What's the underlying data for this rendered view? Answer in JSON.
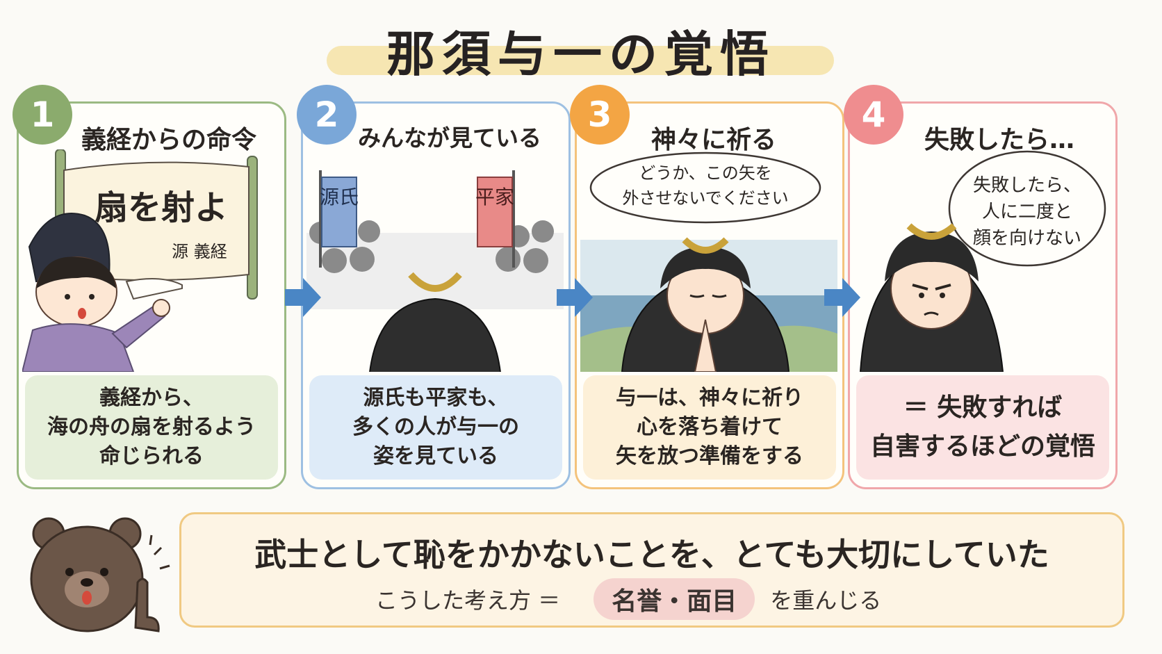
{
  "title": "那須与一の覚悟",
  "steps": [
    {
      "number": "1",
      "title": "義経からの命令",
      "scroll": {
        "main": "扇を射よ",
        "signature": "源 義経"
      },
      "caption": [
        "義経から、",
        "海の舟の扇を射るよう",
        "命じられる"
      ]
    },
    {
      "number": "2",
      "title": "みんなが見ている",
      "banners": [
        "源氏",
        "平家"
      ],
      "caption": [
        "源氏も平家も、",
        "多くの人が与一の",
        "姿を見ている"
      ]
    },
    {
      "number": "3",
      "title": "神々に祈る",
      "speech": [
        "どうか、この矢を",
        "外させないでください"
      ],
      "caption": [
        "与一は、神々に祈り",
        "心を落ち着けて",
        "矢を放つ準備をする"
      ]
    },
    {
      "number": "4",
      "title": "失敗したら…",
      "thought": [
        "失敗したら、",
        "人に二度と",
        "顔を向けない"
      ],
      "caption": [
        "＝ 失敗すれば",
        "自害するほどの覚悟"
      ]
    }
  ],
  "bottom": {
    "main": "武士として恥をかかないことを、とても大切にしていた",
    "prefix": "こうした考え方 ＝",
    "highlight": "名誉・面目",
    "suffix": "を重んじる"
  },
  "colors": {
    "step1": "#8bab6d",
    "step2": "#7aa7d8",
    "step3": "#f3a544",
    "step4": "#ef8d8f",
    "arrow": "#4a86c5"
  }
}
